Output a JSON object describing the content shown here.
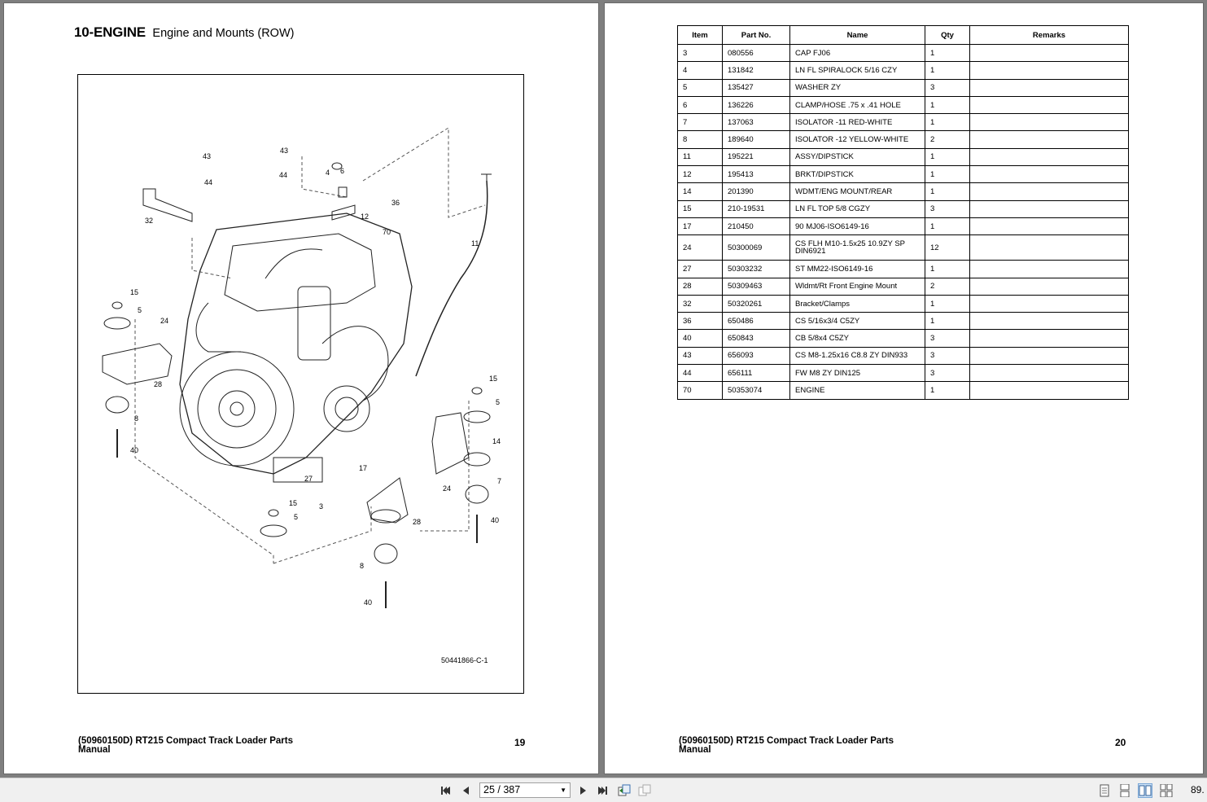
{
  "left_page": {
    "section_number": "10-ENGINE",
    "section_title": "Engine and Mounts (ROW)",
    "figure_id": "50441866-C-1",
    "callouts": [
      "43",
      "44",
      "32",
      "43",
      "44",
      "4",
      "6",
      "36",
      "12",
      "70",
      "11",
      "15",
      "5",
      "24",
      "28",
      "8",
      "40",
      "15",
      "5",
      "14",
      "7",
      "40",
      "27",
      "17",
      "3",
      "24",
      "15",
      "5",
      "28",
      "8",
      "40"
    ],
    "footer_title": "(50960150D) RT215 Compact Track Loader Parts Manual",
    "page_number": "19"
  },
  "right_page": {
    "columns": [
      "Item",
      "Part No.",
      "Name",
      "Qty",
      "Remarks"
    ],
    "rows": [
      {
        "item": "3",
        "part": "080556",
        "name": "CAP FJ06",
        "qty": "1",
        "remarks": ""
      },
      {
        "item": "4",
        "part": "131842",
        "name": "LN FL SPIRALOCK 5/16 CZY",
        "qty": "1",
        "remarks": ""
      },
      {
        "item": "5",
        "part": "135427",
        "name": "WASHER ZY",
        "qty": "3",
        "remarks": ""
      },
      {
        "item": "6",
        "part": "136226",
        "name": "CLAMP/HOSE .75 x .41 HOLE",
        "qty": "1",
        "remarks": ""
      },
      {
        "item": "7",
        "part": "137063",
        "name": "ISOLATOR -11 RED-WHITE",
        "qty": "1",
        "remarks": ""
      },
      {
        "item": "8",
        "part": "189640",
        "name": "ISOLATOR -12 YELLOW-WHITE",
        "qty": "2",
        "remarks": ""
      },
      {
        "item": "11",
        "part": "195221",
        "name": "ASSY/DIPSTICK",
        "qty": "1",
        "remarks": ""
      },
      {
        "item": "12",
        "part": "195413",
        "name": "BRKT/DIPSTICK",
        "qty": "1",
        "remarks": ""
      },
      {
        "item": "14",
        "part": "201390",
        "name": "WDMT/ENG MOUNT/REAR",
        "qty": "1",
        "remarks": ""
      },
      {
        "item": "15",
        "part": "210-19531",
        "name": "LN FL TOP 5/8 CGZY",
        "qty": "3",
        "remarks": ""
      },
      {
        "item": "17",
        "part": "210450",
        "name": "90 MJ06-ISO6149-16",
        "qty": "1",
        "remarks": ""
      },
      {
        "item": "24",
        "part": "50300069",
        "name": "CS FLH M10-1.5x25 10.9ZY SP DIN6921",
        "qty": "12",
        "remarks": ""
      },
      {
        "item": "27",
        "part": "50303232",
        "name": "ST MM22-ISO6149-16",
        "qty": "1",
        "remarks": ""
      },
      {
        "item": "28",
        "part": "50309463",
        "name": "Wldmt/Rt Front Engine Mount",
        "qty": "2",
        "remarks": ""
      },
      {
        "item": "32",
        "part": "50320261",
        "name": "Bracket/Clamps",
        "qty": "1",
        "remarks": ""
      },
      {
        "item": "36",
        "part": "650486",
        "name": "CS 5/16x3/4 C5ZY",
        "qty": "1",
        "remarks": ""
      },
      {
        "item": "40",
        "part": "650843",
        "name": "CB 5/8x4 C5ZY",
        "qty": "3",
        "remarks": ""
      },
      {
        "item": "43",
        "part": "656093",
        "name": "CS M8-1.25x16 C8.8 ZY DIN933",
        "qty": "3",
        "remarks": ""
      },
      {
        "item": "44",
        "part": "656111",
        "name": "FW M8 ZY DIN125",
        "qty": "3",
        "remarks": ""
      },
      {
        "item": "70",
        "part": "50353074",
        "name": "ENGINE",
        "qty": "1",
        "remarks": ""
      }
    ],
    "footer_title": "(50960150D) RT215 Compact Track Loader Parts Manual",
    "page_number": "20"
  },
  "toolbar": {
    "page_field": "25 / 387",
    "zoom": "89.",
    "icons": [
      "first-page-icon",
      "previous-page-icon",
      "next-page-icon",
      "last-page-icon",
      "previous-view-icon",
      "next-view-icon",
      "single-page-icon",
      "continuous-icon",
      "two-page-icon",
      "two-page-continuous-icon"
    ]
  }
}
